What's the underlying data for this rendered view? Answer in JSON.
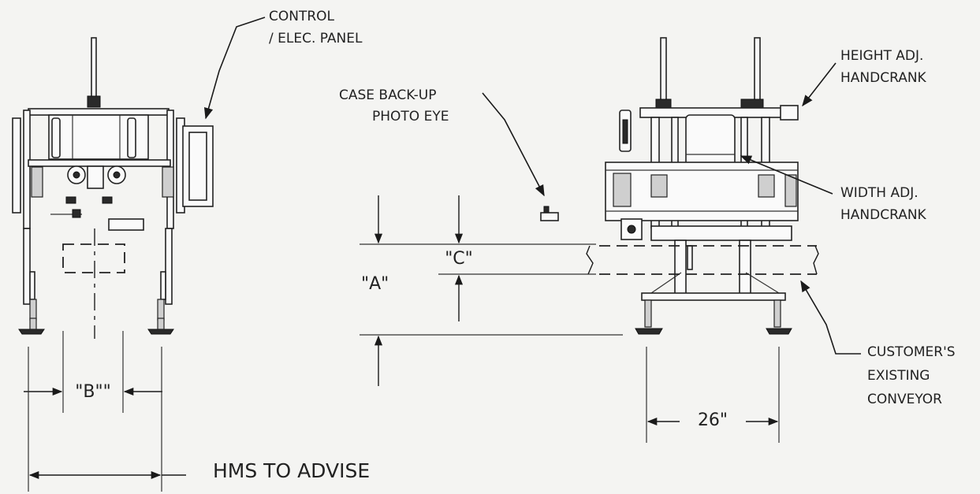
{
  "labels": {
    "control_line1": "CONTROL",
    "control_line2": "/ ELEC. PANEL",
    "case_backup_line1": "CASE BACK-UP",
    "case_backup_line2": "PHOTO EYE",
    "height_adj_line1": "HEIGHT ADJ.",
    "height_adj_line2": "HANDCRANK",
    "width_adj_line1": "WIDTH ADJ.",
    "width_adj_line2": "HANDCRANK",
    "customer_line1": "CUSTOMER'S",
    "customer_line2": "EXISTING",
    "customer_line3": "CONVEYOR",
    "dim_a": "\"A\"",
    "dim_b": "\"B\"\"",
    "dim_c": "\"C\"",
    "dim_26": "26\"",
    "hms_advise": "HMS TO ADVISE"
  }
}
